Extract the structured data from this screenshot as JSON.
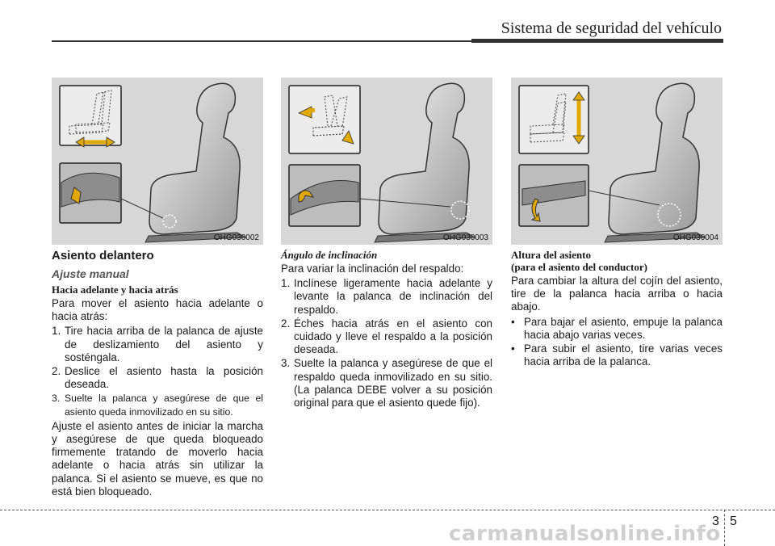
{
  "header": {
    "title": "Sistema de seguridad del vehículo"
  },
  "figures": [
    {
      "code": "OHG030002"
    },
    {
      "code": "OHG030003"
    },
    {
      "code": "OHG030004"
    }
  ],
  "column1": {
    "heading": "Asiento delantero",
    "subheading": "Ajuste manual",
    "section_title": "Hacia adelante y hacia atrás",
    "intro": "Para mover el asiento hacia adelante o hacia atrás:",
    "steps": [
      {
        "num": "1.",
        "text": "Tire hacia arriba de la palanca de ajuste de deslizamiento del asiento y sosténgala."
      },
      {
        "num": "2.",
        "text": "Deslice el asiento hasta la posición deseada."
      },
      {
        "num": "3.",
        "text": "Suelte la palanca y asegúrese de que el asiento queda inmovilizado en su sitio."
      }
    ],
    "closing": "Ajuste el asiento antes de iniciar la marcha y asegúrese de que queda bloqueado firmemente tratando de moverlo hacia adelante o hacia atrás sin utilizar la palanca. Si el asiento se mueve, es que no está bien bloqueado."
  },
  "column2": {
    "section_title": "Ángulo de inclinación",
    "intro": "Para variar la inclinación del respaldo:",
    "steps": [
      {
        "num": "1.",
        "text": "Inclínese ligeramente hacia adelante y levante la palanca de inclinación del respaldo."
      },
      {
        "num": "2.",
        "text": "Éches hacia atrás en el asiento con cuidado y lleve el respaldo a la posición deseada."
      },
      {
        "num": "3.",
        "text": "Suelte la palanca y asegúrese de que el respaldo queda inmovilizado en su sitio. (La palanca DEBE volver a su posición original para que el asiento quede fijo)."
      }
    ]
  },
  "column3": {
    "section_title": "Altura del asiento",
    "section_subtitle": "(para el asiento del conductor)",
    "intro": "Para cambiar la altura del cojín del asiento, tire de la palanca hacia arriba o hacia abajo.",
    "bullets": [
      {
        "num": "•",
        "text": "Para bajar el asiento, empuje la palanca hacia abajo varias veces."
      },
      {
        "num": "•",
        "text": "Para subir el asiento, tire varias veces hacia arriba de la palanca."
      }
    ]
  },
  "footer": {
    "chapter": "3",
    "page": "5",
    "watermark": "carmanualsonline.info"
  }
}
